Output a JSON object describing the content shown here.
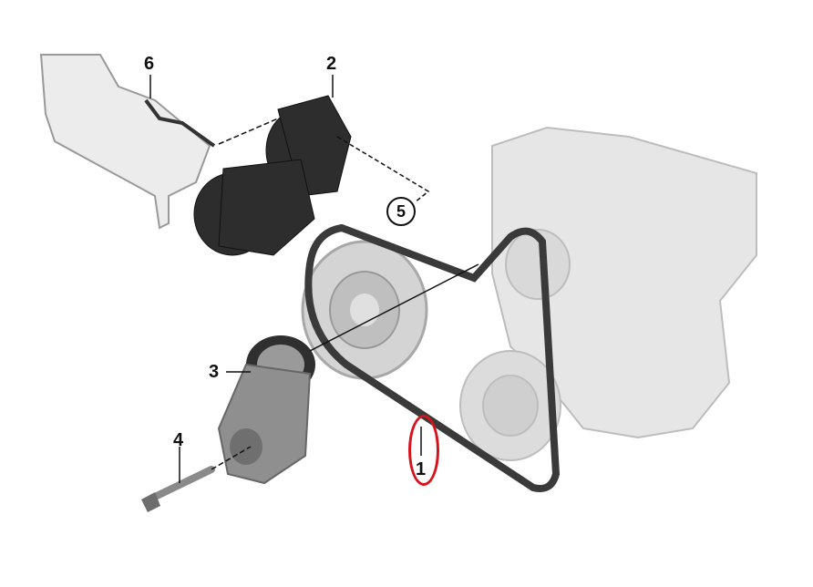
{
  "diagram": {
    "type": "exploded-parts-diagram",
    "subject": "Engine belt drive assembly",
    "callouts": [
      {
        "id": "1",
        "label": "1",
        "part": "belt",
        "highlighted": true,
        "highlight_color": "#d8121b"
      },
      {
        "id": "2",
        "label": "2",
        "part": "tensioner assembly"
      },
      {
        "id": "3",
        "label": "3",
        "part": "idler / tensioner pulley"
      },
      {
        "id": "4",
        "label": "4",
        "part": "bolt"
      },
      {
        "id": "5",
        "label": "5",
        "part": "fastener (circled callout)",
        "circled": true
      },
      {
        "id": "6",
        "label": "6",
        "part": "bracket / heat shield"
      }
    ]
  }
}
